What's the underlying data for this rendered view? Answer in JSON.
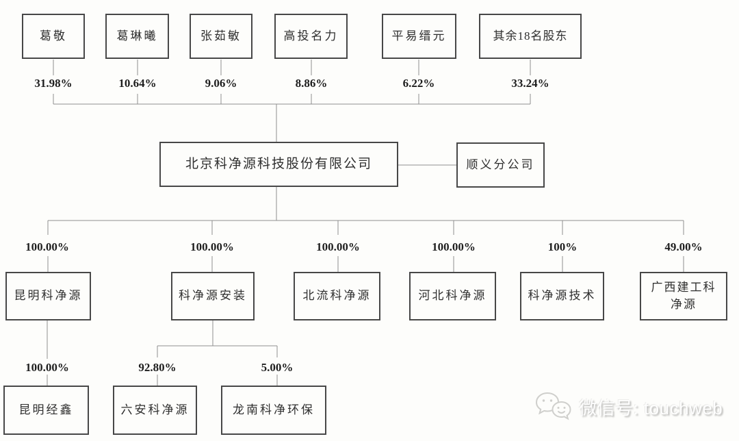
{
  "diagram": {
    "shareholders": [
      {
        "name": "葛敬",
        "percent": "31.98%"
      },
      {
        "name": "葛琳曦",
        "percent": "10.64%"
      },
      {
        "name": "张茹敏",
        "percent": "9.06%"
      },
      {
        "name": "高投名力",
        "percent": "8.86%"
      },
      {
        "name": "平易缙元",
        "percent": "6.22%"
      },
      {
        "name": "其余18名股东",
        "percent": "33.24%"
      }
    ],
    "company": {
      "name": "北京科净源科技股份有限公司"
    },
    "branch": {
      "name": "顺义分公司"
    },
    "subsidiaries": [
      {
        "name": "昆明科净源",
        "percent": "100.00%"
      },
      {
        "name": "科净源安装",
        "percent": "100.00%"
      },
      {
        "name": "北流科净源",
        "percent": "100.00%"
      },
      {
        "name": "河北科净源",
        "percent": "100.00%"
      },
      {
        "name": "科净源技术",
        "percent": "100%"
      },
      {
        "name": "广西建工科净源",
        "percent": "49.00%"
      }
    ],
    "grandchildren": [
      {
        "name": "昆明经鑫",
        "percent": "100.00%",
        "parent": "昆明科净源"
      },
      {
        "name": "六安科净源",
        "percent": "92.80%",
        "parent": "科净源安装"
      },
      {
        "name": "龙南科净环保",
        "percent": "5.00%",
        "parent": "科净源安装"
      }
    ]
  },
  "watermark": {
    "label": "微信号: touchweb",
    "icon": "wechat-icon"
  },
  "colors": {
    "background": "#fdfdfb",
    "connector_line": "#8f8f8f",
    "box_border": "#474747",
    "text": "#2e2e2e",
    "watermark_shadow": "#b5b5b3"
  }
}
